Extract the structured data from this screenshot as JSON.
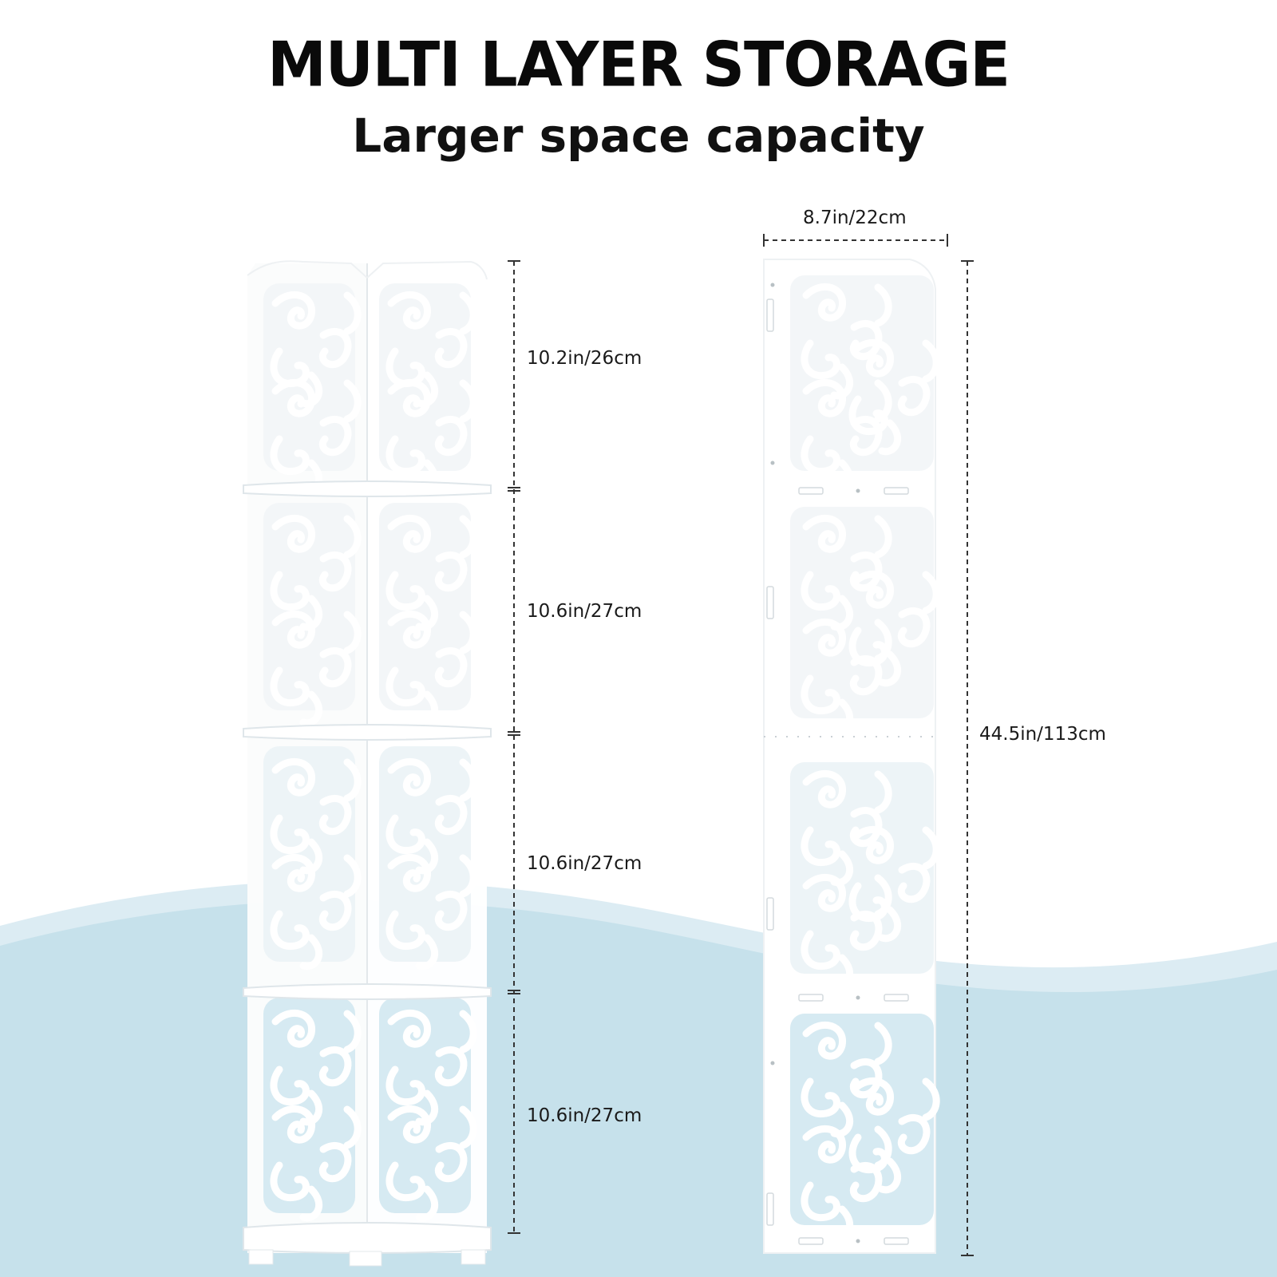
{
  "header": {
    "title": "MULTI LAYER STORAGE",
    "subtitle": "Larger space capacity"
  },
  "dimensions": {
    "tier_1": "10.2in/26cm",
    "tier_2": "10.6in/27cm",
    "tier_3": "10.6in/27cm",
    "tier_4": "10.6in/27cm",
    "width": "8.7in/22cm",
    "total_height": "44.5in/113cm"
  },
  "colors": {
    "background": "#ffffff",
    "wave_light": "#dcecf3",
    "wave_main": "#c6e1eb",
    "shelf": "#ffffff",
    "shelf_shadow": "#dfe6ea",
    "dim_line": "#333333"
  }
}
